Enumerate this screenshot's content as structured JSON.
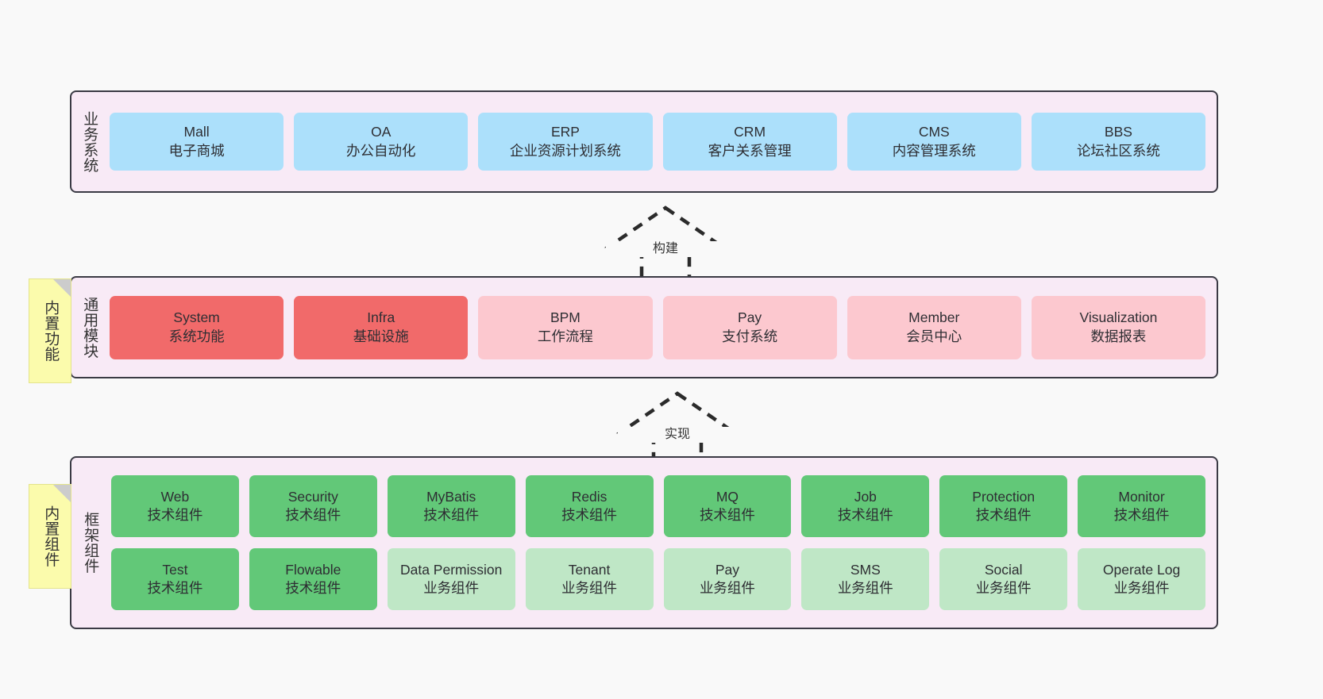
{
  "diagram": {
    "background": "#f9f9f9",
    "layers": [
      {
        "id": "business",
        "title": "业务系统",
        "rows": [
          [
            {
              "en": "Mall",
              "cn": "电子商城",
              "color": "#ace0fb"
            },
            {
              "en": "OA",
              "cn": "办公自动化",
              "color": "#ace0fb"
            },
            {
              "en": "ERP",
              "cn": "企业资源计划系统",
              "color": "#ace0fb"
            },
            {
              "en": "CRM",
              "cn": "客户关系管理",
              "color": "#ace0fb"
            },
            {
              "en": "CMS",
              "cn": "内容管理系统",
              "color": "#ace0fb"
            },
            {
              "en": "BBS",
              "cn": "论坛社区系统",
              "color": "#ace0fb"
            }
          ]
        ]
      },
      {
        "id": "common",
        "title": "通用模块",
        "rows": [
          [
            {
              "en": "System",
              "cn": "系统功能",
              "color": "#f16a6a"
            },
            {
              "en": "Infra",
              "cn": "基础设施",
              "color": "#f16a6a"
            },
            {
              "en": "BPM",
              "cn": "工作流程",
              "color": "#fcc8cf"
            },
            {
              "en": "Pay",
              "cn": "支付系统",
              "color": "#fcc8cf"
            },
            {
              "en": "Member",
              "cn": "会员中心",
              "color": "#fcc8cf"
            },
            {
              "en": "Visualization",
              "cn": "数据报表",
              "color": "#fcc8cf"
            }
          ]
        ]
      },
      {
        "id": "framework",
        "title": "框架组件",
        "rows": [
          [
            {
              "en": "Web",
              "cn": "技术组件",
              "color": "#62c878"
            },
            {
              "en": "Security",
              "cn": "技术组件",
              "color": "#62c878"
            },
            {
              "en": "MyBatis",
              "cn": "技术组件",
              "color": "#62c878"
            },
            {
              "en": "Redis",
              "cn": "技术组件",
              "color": "#62c878"
            },
            {
              "en": "MQ",
              "cn": "技术组件",
              "color": "#62c878"
            },
            {
              "en": "Job",
              "cn": "技术组件",
              "color": "#62c878"
            },
            {
              "en": "Protection",
              "cn": "技术组件",
              "color": "#62c878"
            },
            {
              "en": "Monitor",
              "cn": "技术组件",
              "color": "#62c878"
            }
          ],
          [
            {
              "en": "Test",
              "cn": "技术组件",
              "color": "#62c878"
            },
            {
              "en": "Flowable",
              "cn": "技术组件",
              "color": "#62c878"
            },
            {
              "en": "Data Permission",
              "cn": "业务组件",
              "color": "#bfe7c6",
              "wrap": true
            },
            {
              "en": "Tenant",
              "cn": "业务组件",
              "color": "#bfe7c6"
            },
            {
              "en": "Pay",
              "cn": "业务组件",
              "color": "#bfe7c6"
            },
            {
              "en": "SMS",
              "cn": "业务组件",
              "color": "#bfe7c6"
            },
            {
              "en": "Social",
              "cn": "业务组件",
              "color": "#bfe7c6"
            },
            {
              "en": "Operate Log",
              "cn": "业务组件",
              "color": "#bfe7c6"
            }
          ]
        ]
      }
    ],
    "notes": [
      {
        "id": "builtin-feature",
        "text": "内置功能",
        "color": "#fbfbac"
      },
      {
        "id": "builtin-component",
        "text": "内置组件",
        "color": "#fbfbac"
      }
    ],
    "arrows": [
      {
        "id": "build",
        "label": "构建",
        "style": "dashed-hollow-triangle"
      },
      {
        "id": "impl",
        "label": "实现",
        "style": "dashed-hollow-triangle"
      }
    ]
  }
}
